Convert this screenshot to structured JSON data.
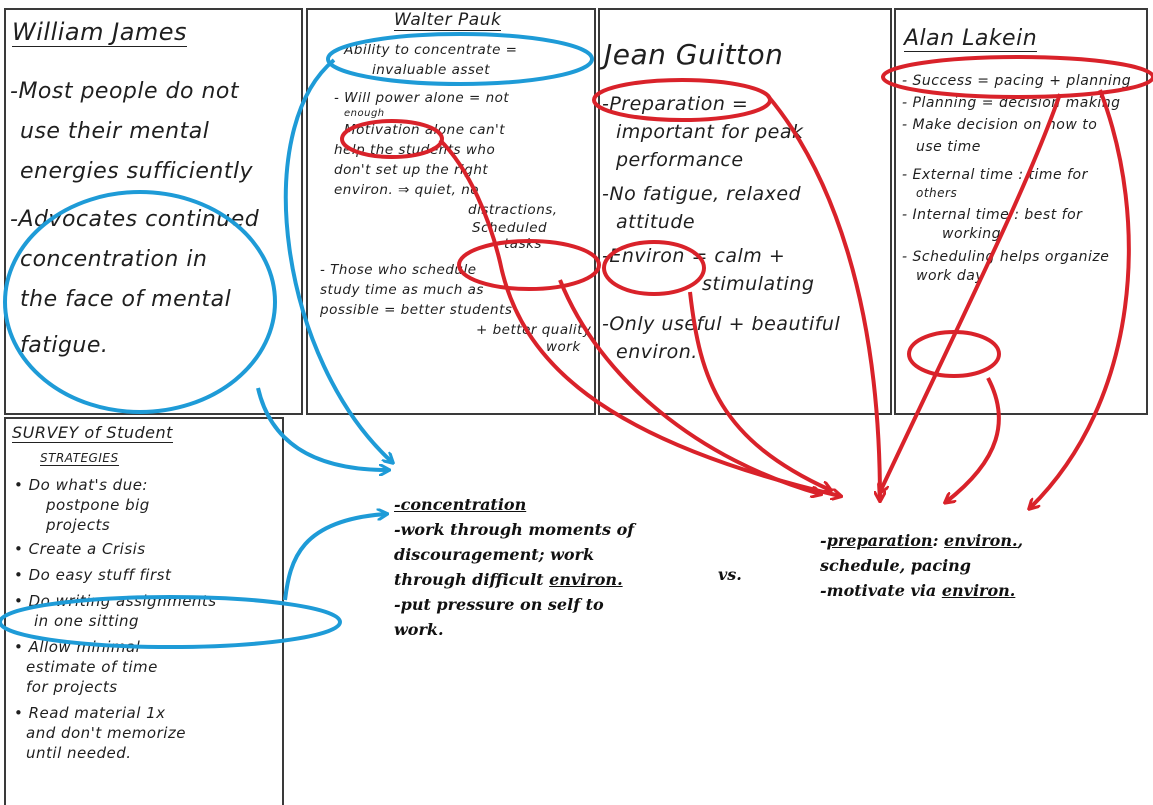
{
  "colors": {
    "blue": "#1e9bd7",
    "red": "#d9222a",
    "ink": "#1c1c1c"
  },
  "cards": {
    "james": {
      "title": "William James",
      "lines": [
        "-Most people do not",
        "use their mental",
        "energies sufficiently",
        "-Advocates continued",
        "concentration in",
        "the face of mental",
        "fatigue."
      ]
    },
    "pauk": {
      "title": "Walter Pauk",
      "lines": [
        "- Ability to concentrate =",
        "invaluable asset",
        "- Will power alone = not",
        "enough",
        "Motivation alone can't",
        "help the students who",
        "don't set up the right",
        "environ. ⇒ quiet, no",
        "distractions,",
        "Scheduled",
        "tasks",
        "- Those who schedule",
        "study time as much as",
        "possible = better students",
        "+ better quality",
        "work"
      ]
    },
    "guitton": {
      "title": "Jean Guitton",
      "lines": [
        "-Preparation =",
        "important for peak",
        "performance",
        "-No fatigue, relaxed",
        "attitude",
        "-Environ = calm +",
        "stimulating",
        "-Only useful + beautiful",
        "environ."
      ]
    },
    "lakein": {
      "title": "Alan Lakein",
      "lines": [
        "- Success = pacing + planning",
        "- Planning = decision making",
        "- Make decision on how to",
        "use time",
        "- External time : time for",
        "others",
        "- Internal time : best for",
        "working",
        "- Scheduling helps organize",
        "work day"
      ]
    },
    "survey": {
      "title": "SURVEY of Student",
      "subtitle": "STRATEGIES",
      "lines": [
        "• Do what's due:",
        "postpone big",
        "projects",
        "• Create a Crisis",
        "• Do easy stuff first",
        "• Do writing assignments",
        "in one sitting",
        "• Allow minimal",
        "estimate of time",
        "for projects",
        "• Read material 1x",
        "and don't memorize",
        "until needed."
      ]
    }
  },
  "summary_left": {
    "concentration": "-concentration",
    "l2": "-work through moments of",
    "l3": "discouragement; work",
    "l4_pre": "through difficult ",
    "l4_link": "environ.",
    "l5": "-put pressure on self to",
    "l6": "work."
  },
  "versus": "vs.",
  "summary_right": {
    "l1_pre": "-",
    "l1_link1": "preparation",
    "l1_mid": ": ",
    "l1_link2": "environ.",
    "l1_post": ",",
    "l2": "schedule, pacing",
    "l3_pre": "-motivate via ",
    "l3_link": "environ."
  }
}
